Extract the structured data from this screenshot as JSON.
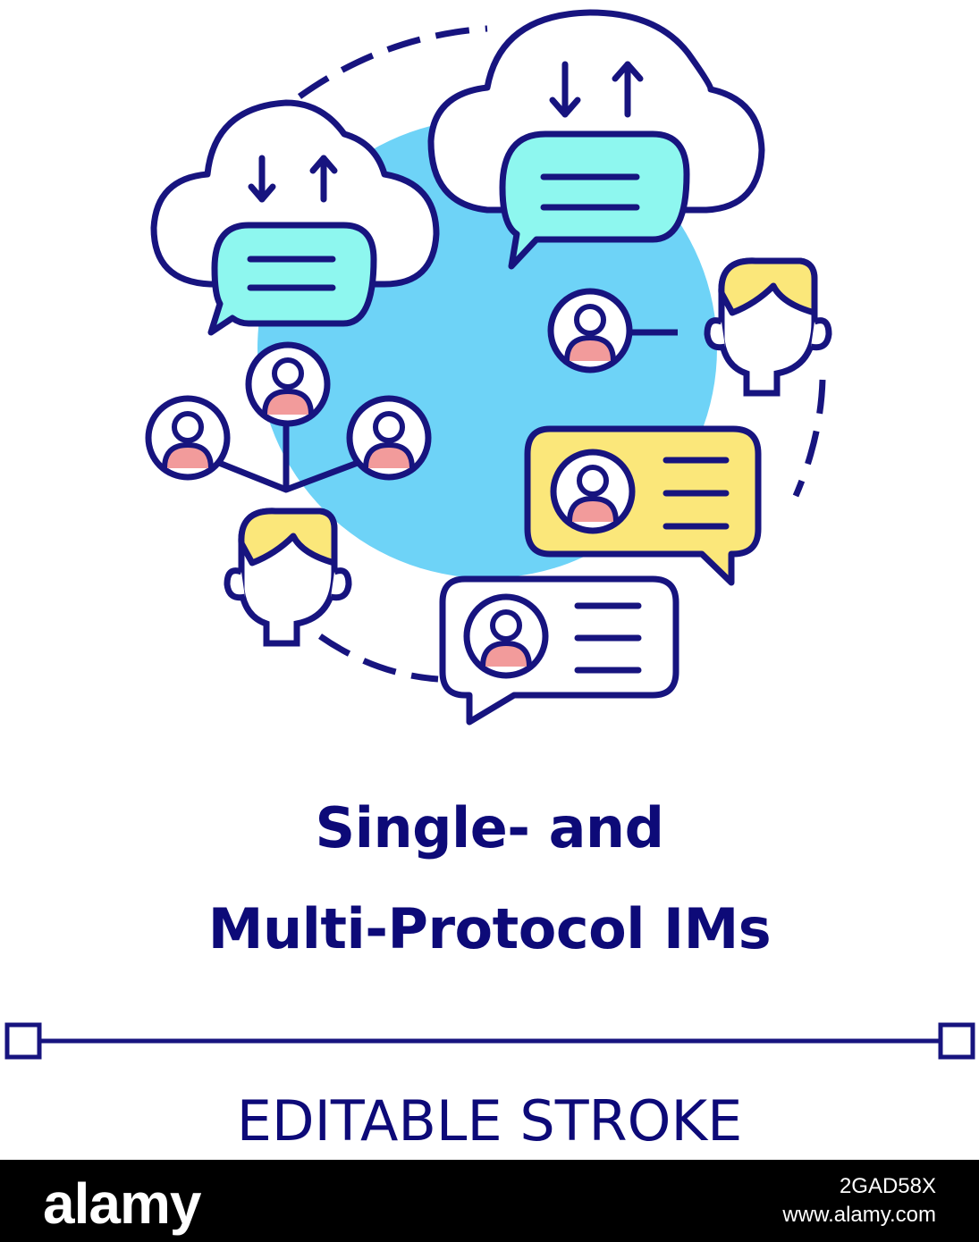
{
  "title": {
    "line1": "Single- and",
    "line2": "Multi-Protocol IMs"
  },
  "subtitle": "EDITABLE STROKE",
  "footer": {
    "brand": "alamy",
    "image_id": "2GAD58X",
    "url": "www.alamy.com"
  },
  "colors": {
    "stroke": "#17147f",
    "circle": "#6ed3f7",
    "bubble_cyan": "#8ef7ef",
    "bubble_yellow": "#fbe77a",
    "hair": "#fbe77a",
    "person_body": "#f29b9b"
  },
  "icons": [
    "cloud-icon",
    "chat-bubble-icon",
    "upload-arrow-icon",
    "download-arrow-icon",
    "user-avatar-icon",
    "person-head-icon",
    "contact-card-icon"
  ]
}
